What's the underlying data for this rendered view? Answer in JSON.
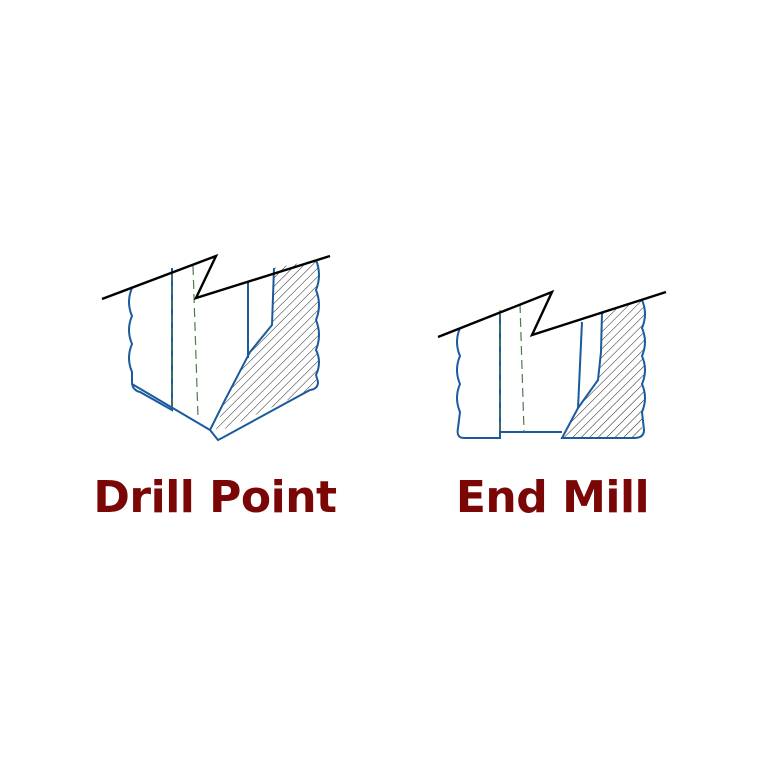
{
  "colors": {
    "outline": "#1b5a9c",
    "centerline": "#4f7a4f",
    "break_line": "#000000",
    "hatch": "#222222",
    "label": "#7a0606",
    "background": "#ffffff"
  },
  "figures": [
    {
      "id": "drill-point",
      "label": "Drill Point"
    },
    {
      "id": "end-mill",
      "label": "End Mill"
    }
  ]
}
